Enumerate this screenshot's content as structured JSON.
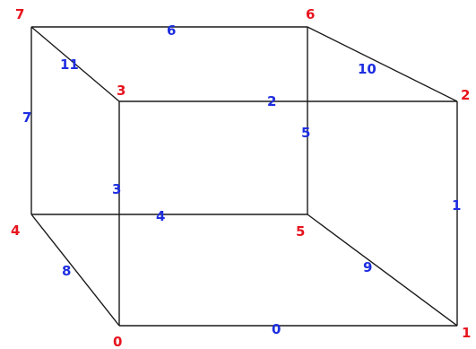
{
  "colors": {
    "vertex_label": "#e8141e",
    "edge_label": "#1e2ee0",
    "edge_line": "#1a1a1a",
    "background": "#ffffff"
  },
  "vertices": [
    {
      "id": "0",
      "label": "0"
    },
    {
      "id": "1",
      "label": "1"
    },
    {
      "id": "2",
      "label": "2"
    },
    {
      "id": "3",
      "label": "3"
    },
    {
      "id": "4",
      "label": "4"
    },
    {
      "id": "5",
      "label": "5"
    },
    {
      "id": "6",
      "label": "6"
    },
    {
      "id": "7",
      "label": "7"
    }
  ],
  "edges": [
    {
      "label": "0",
      "from": "0",
      "to": "1"
    },
    {
      "label": "1",
      "from": "1",
      "to": "2"
    },
    {
      "label": "2",
      "from": "2",
      "to": "3"
    },
    {
      "label": "3",
      "from": "3",
      "to": "0"
    },
    {
      "label": "4",
      "from": "4",
      "to": "5"
    },
    {
      "label": "5",
      "from": "5",
      "to": "6"
    },
    {
      "label": "6",
      "from": "6",
      "to": "7"
    },
    {
      "label": "7",
      "from": "7",
      "to": "4"
    },
    {
      "label": "8",
      "from": "0",
      "to": "4"
    },
    {
      "label": "9",
      "from": "1",
      "to": "5"
    },
    {
      "label": "10",
      "from": "2",
      "to": "6"
    },
    {
      "label": "11",
      "from": "3",
      "to": "7"
    }
  ]
}
